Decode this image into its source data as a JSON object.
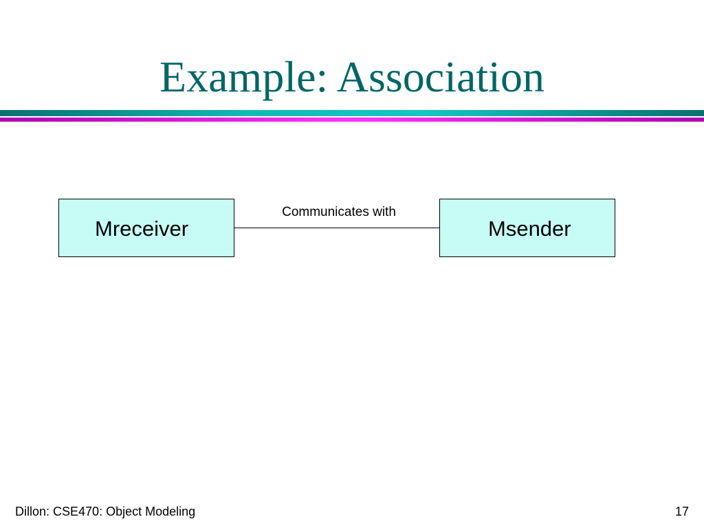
{
  "slide": {
    "title": "Example: Association",
    "title_color": "#006666"
  },
  "diagram": {
    "left_class": {
      "name": "Mreceiver"
    },
    "right_class": {
      "name": "Msender"
    },
    "association": {
      "label": "Communicates with"
    },
    "class_fill_color": "#c6fbf6"
  },
  "footer": {
    "left_text": "Dillon: CSE470: Object Modeling",
    "page_number": "17"
  }
}
